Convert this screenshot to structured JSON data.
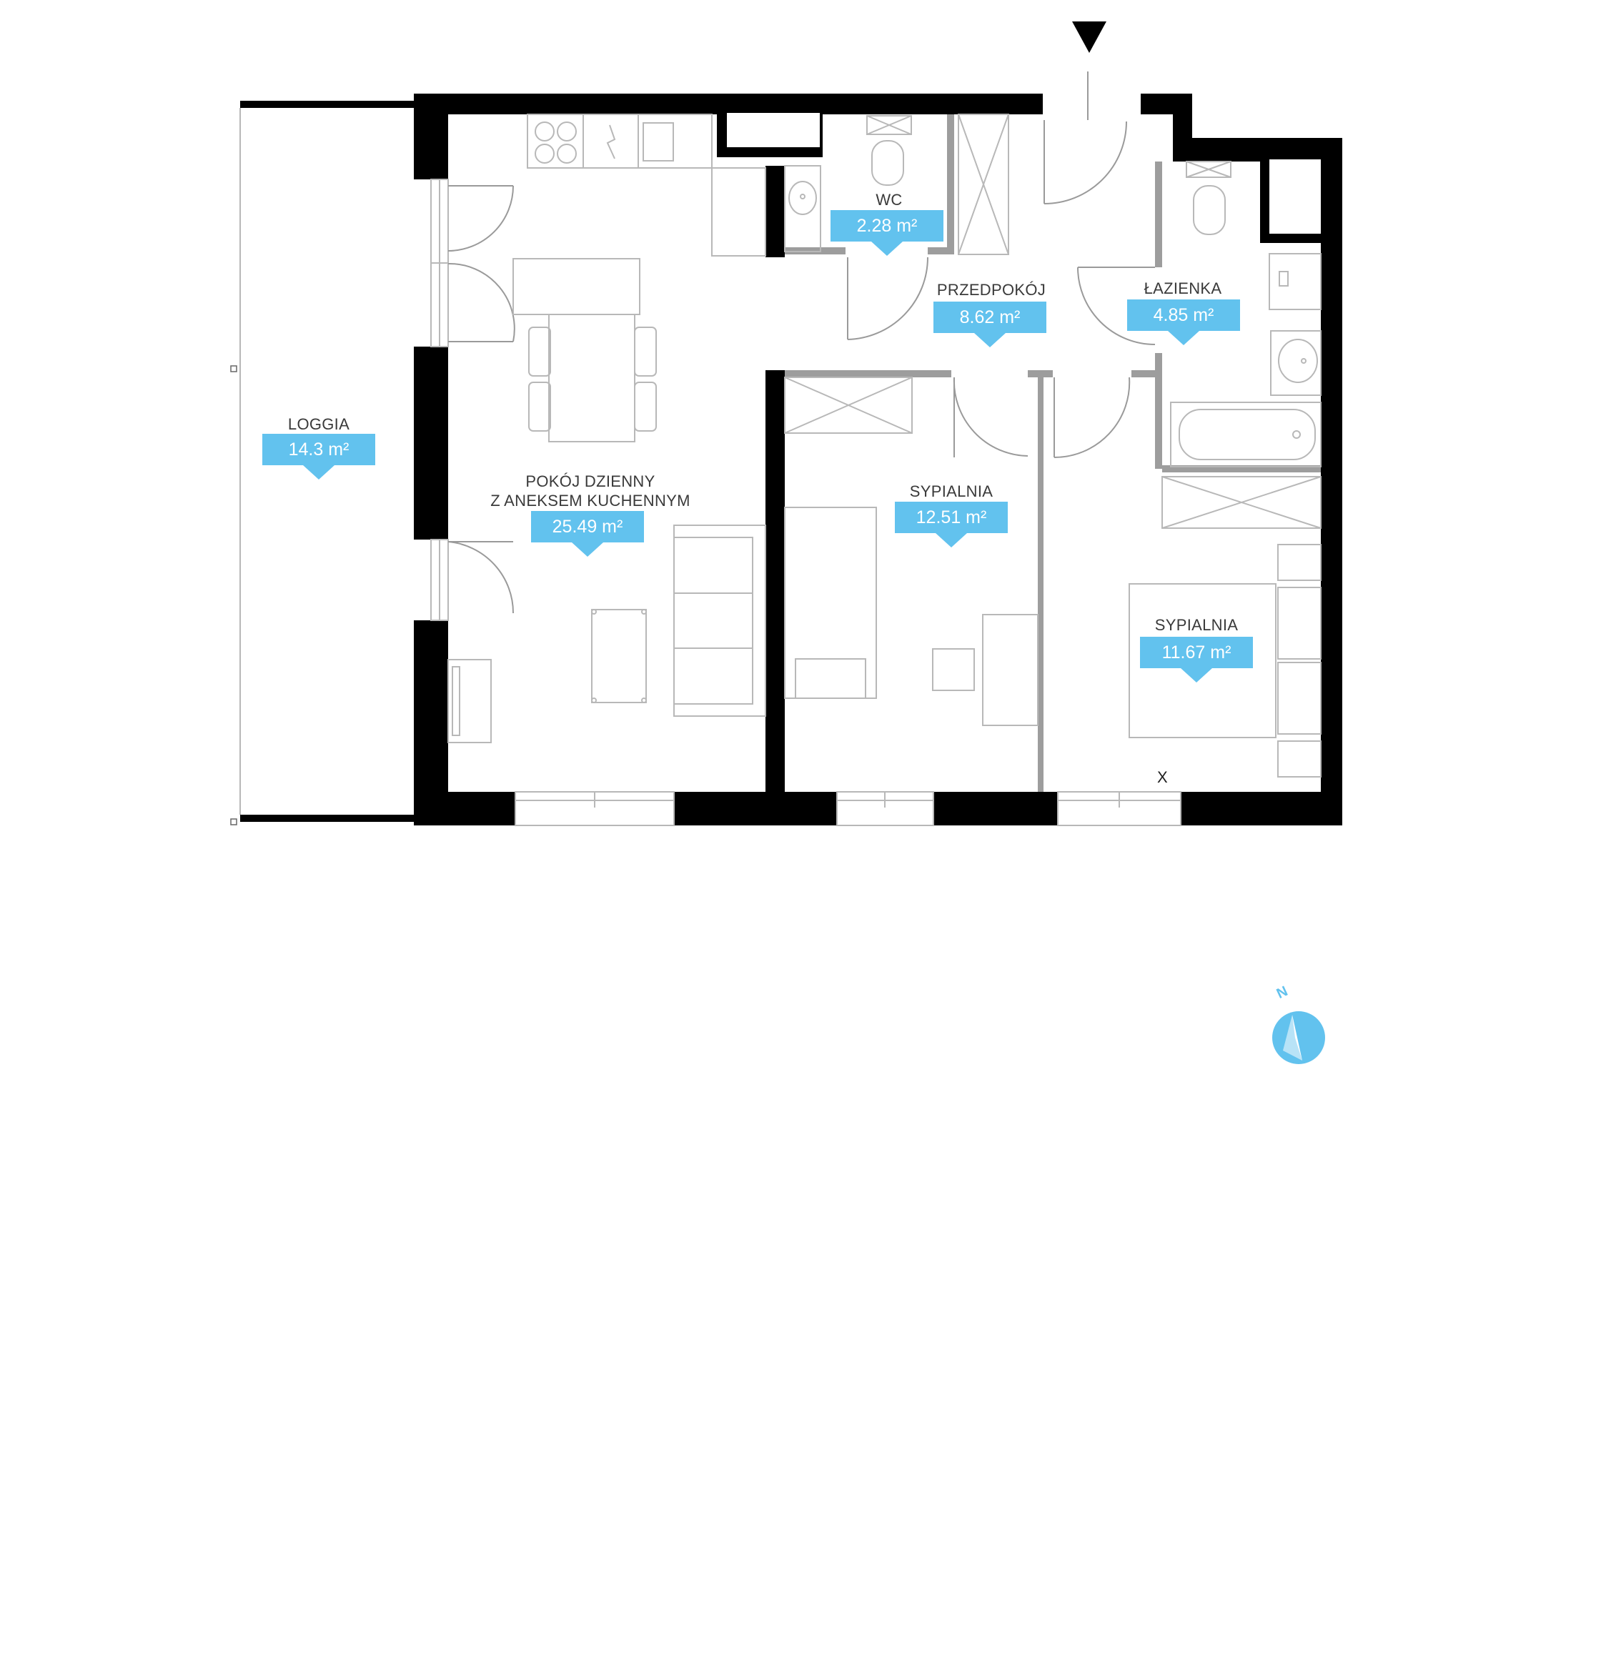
{
  "colors": {
    "wall": "#000000",
    "area_badge": "#62c2ee",
    "line": "#b8b8b8",
    "partition": "#9d9d9d"
  },
  "rooms": {
    "loggia": {
      "name": "LOGGIA",
      "area": "14.3",
      "unit": "m²"
    },
    "living": {
      "name": "POKÓJ DZIENNY\nZ ANEKSEM KUCHENNYM",
      "area": "25.49",
      "unit": "m²"
    },
    "wc": {
      "name": "WC",
      "area": "2.28",
      "unit": "m²"
    },
    "hall": {
      "name": "PRZEDPOKÓJ",
      "area": "8.62",
      "unit": "m²"
    },
    "bathroom": {
      "name": "ŁAZIENKA",
      "area": "4.85",
      "unit": "m²"
    },
    "bedroom1": {
      "name": "SYPIALNIA",
      "area": "12.51",
      "unit": "m²"
    },
    "bedroom2": {
      "name": "SYPIALNIA",
      "area": "11.67",
      "unit": "m²"
    }
  },
  "marker_x": "X",
  "compass": {
    "north_label": "N",
    "icon": "compass-icon"
  },
  "entrance": {
    "icon": "entrance-arrow-icon"
  }
}
